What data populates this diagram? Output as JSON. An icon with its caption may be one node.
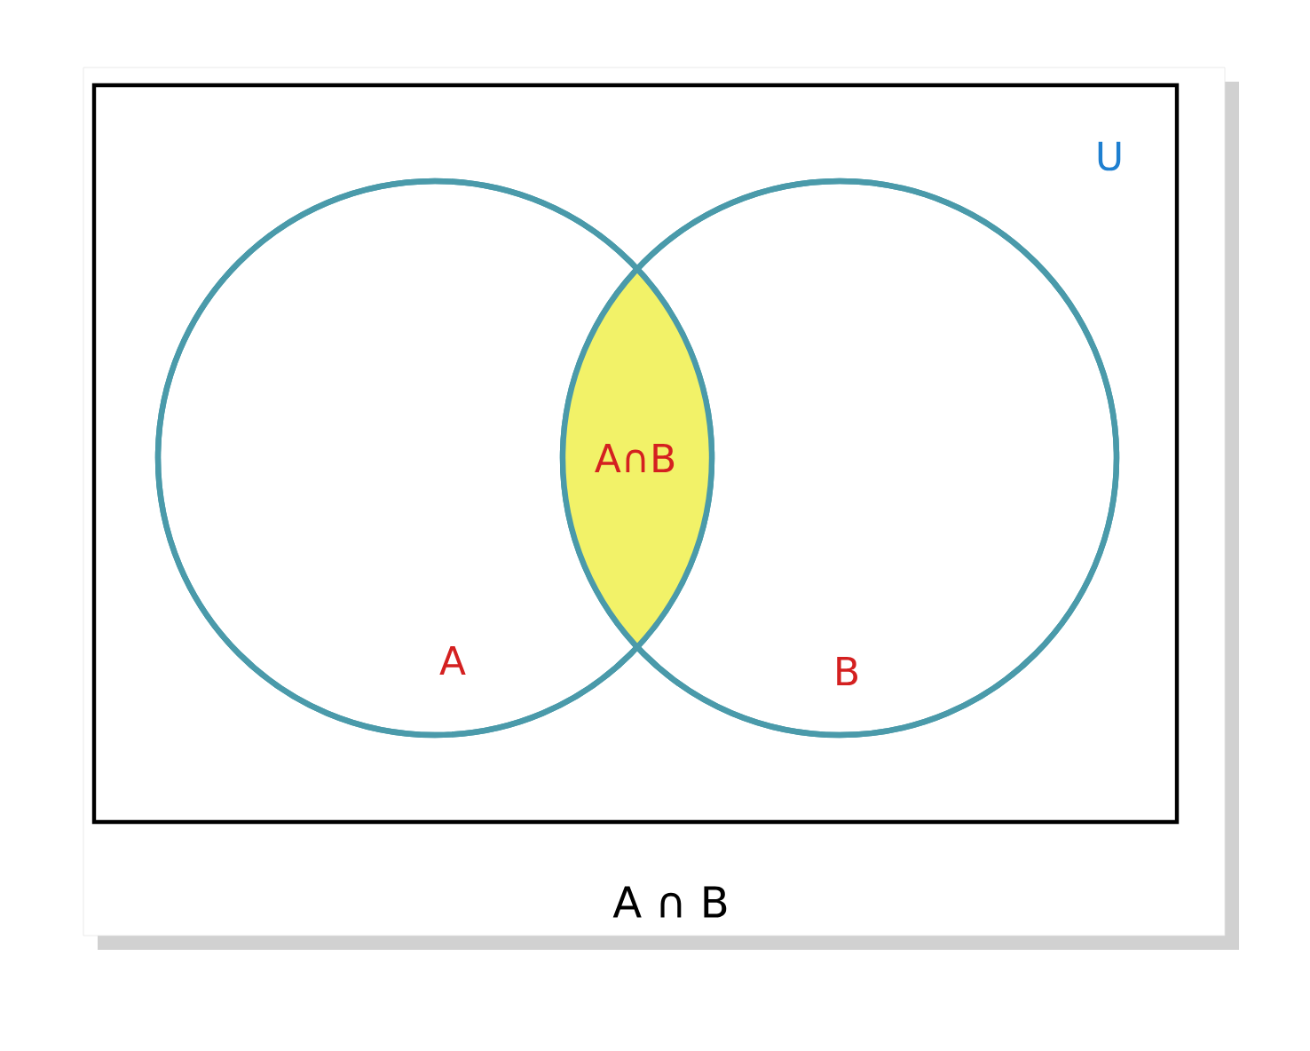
{
  "diagram": {
    "caption": "A ∩ B",
    "nodes": [
      {
        "text": [
          "U"
        ]
      },
      {
        "text": [
          "A"
        ],
        "in": 0
      },
      {
        "text": [
          "B"
        ],
        "in": 0
      },
      {
        "text": [
          "A∩B"
        ]
      }
    ]
  }
}
